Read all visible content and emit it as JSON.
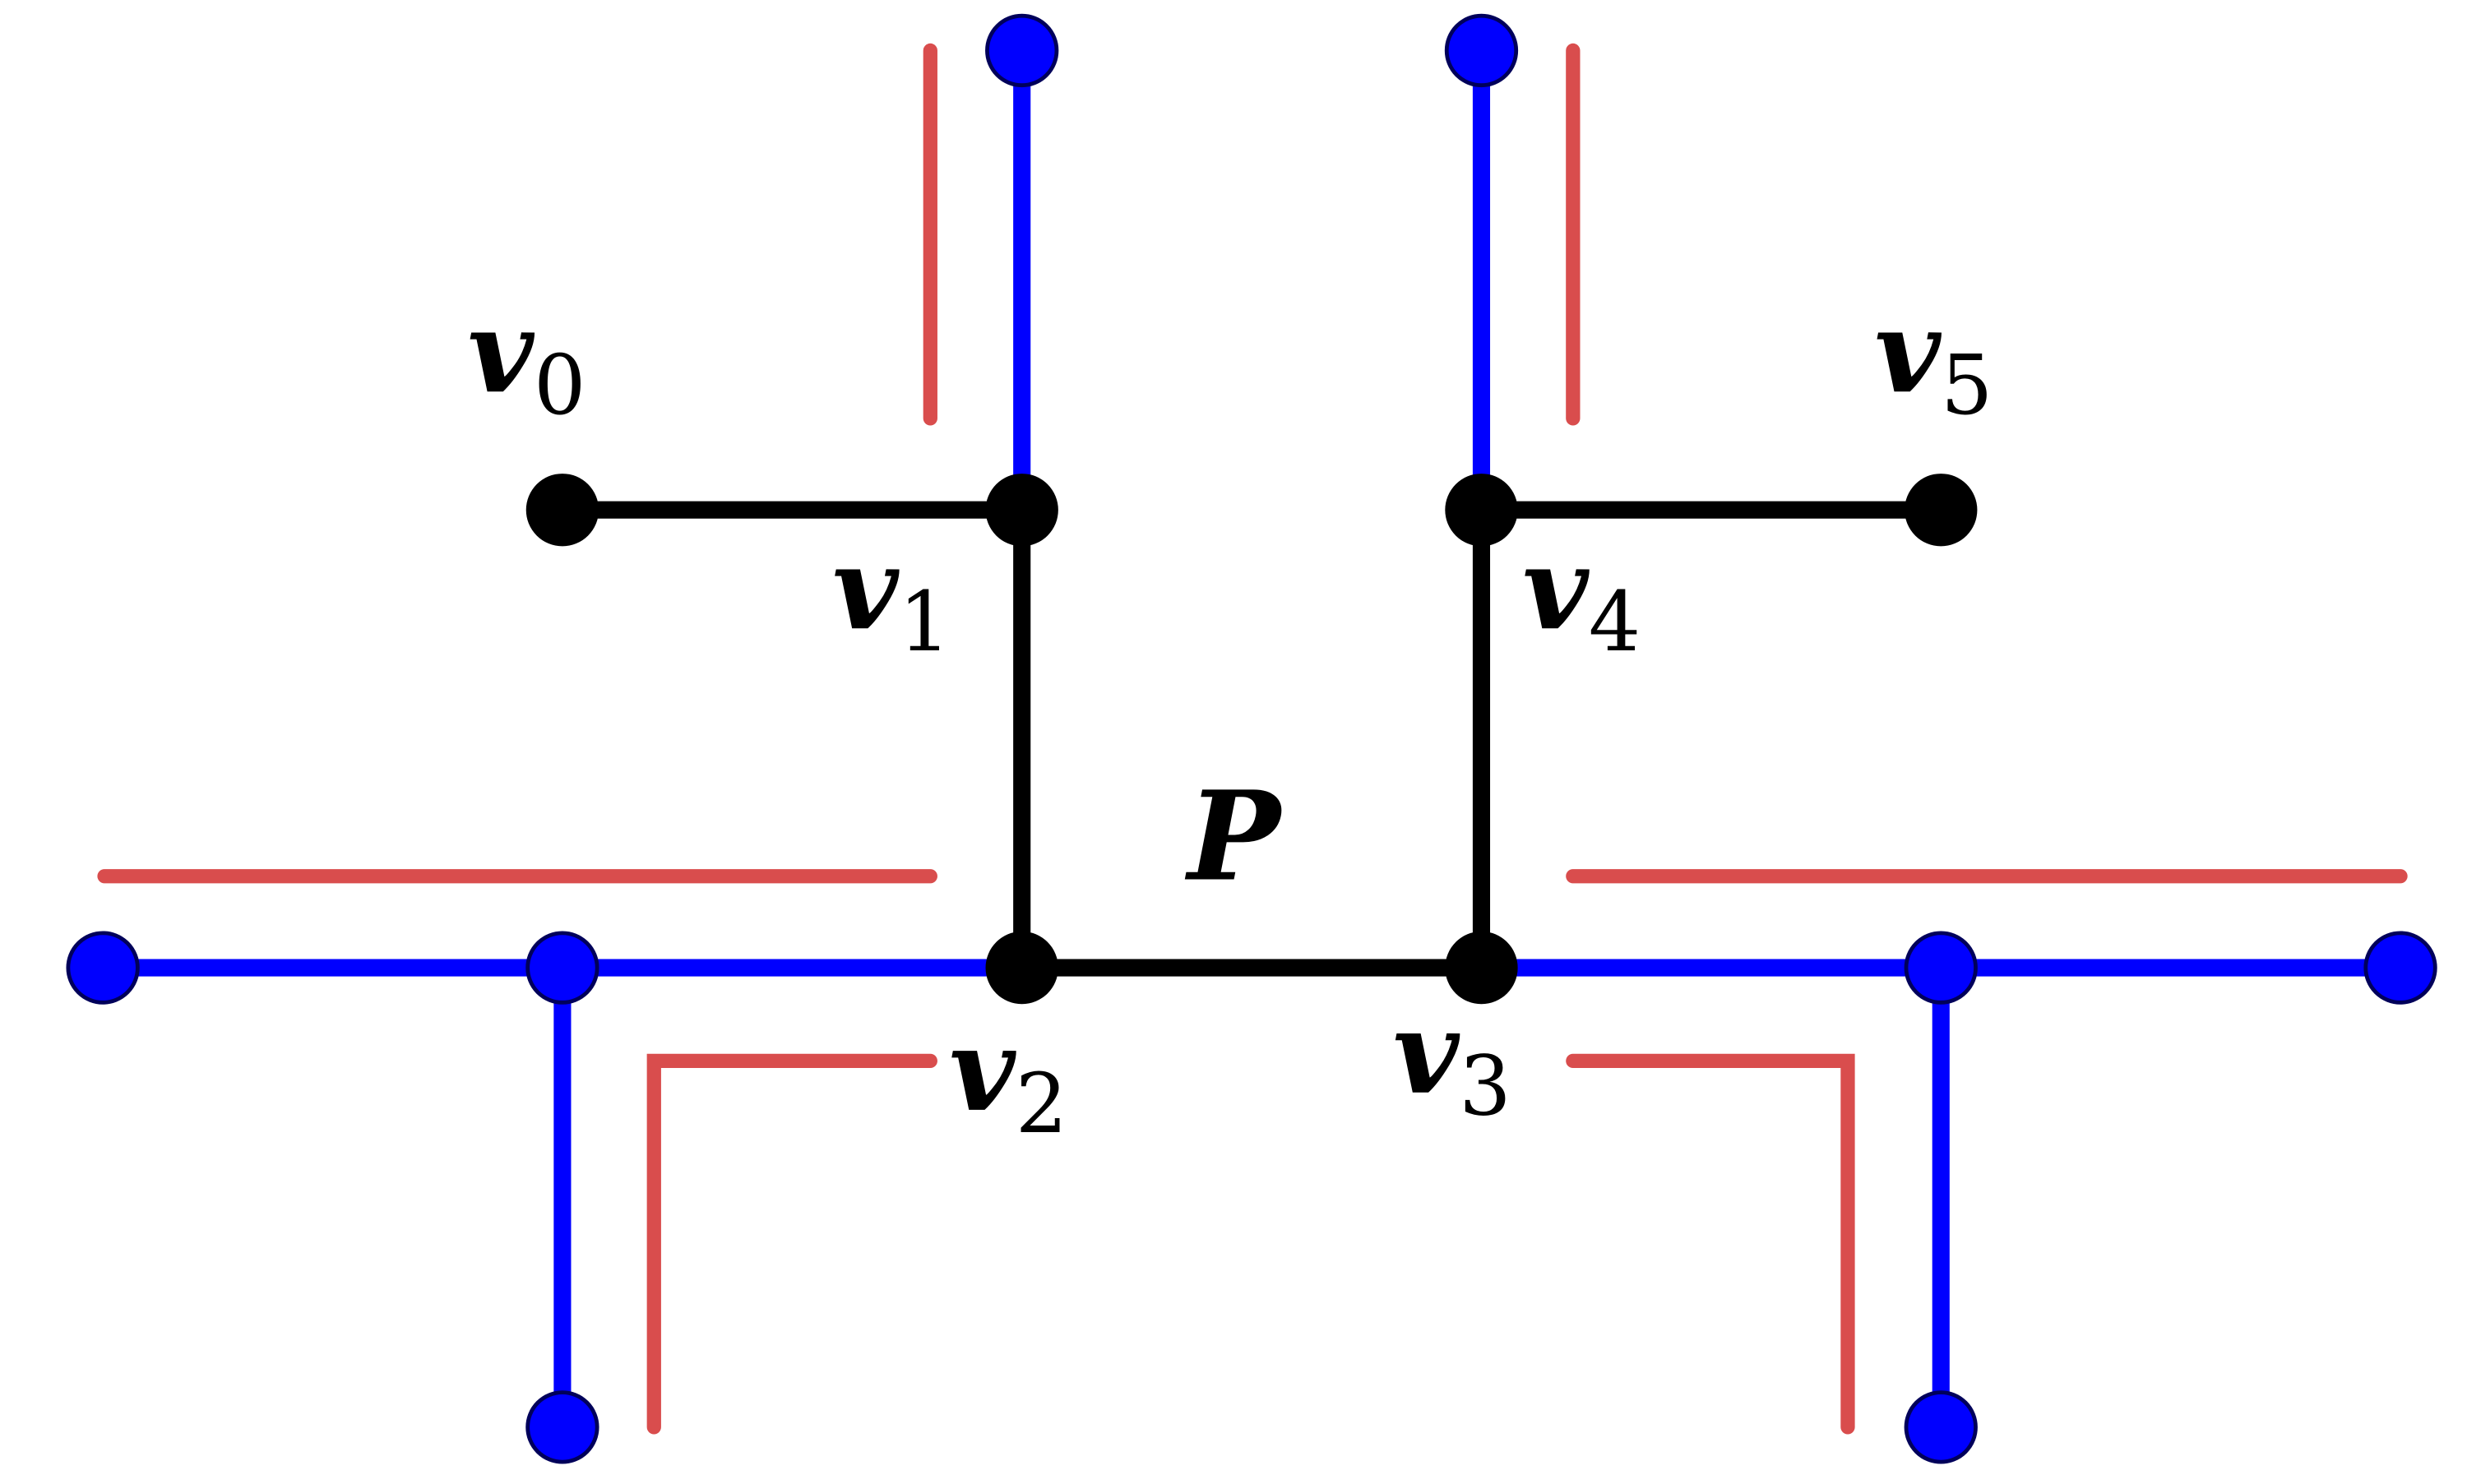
{
  "colors": {
    "path": "#000000",
    "tree": "#0000ff",
    "bracket": "#d94d4d",
    "tree_node_outline": "#00005a"
  },
  "labels": {
    "P": "P",
    "v0": {
      "base": "v",
      "sub": "0"
    },
    "v1": {
      "base": "v",
      "sub": "1"
    },
    "v2": {
      "base": "v",
      "sub": "2"
    },
    "v3": {
      "base": "v",
      "sub": "3"
    },
    "v4": {
      "base": "v",
      "sub": "4"
    },
    "v5": {
      "base": "v",
      "sub": "5"
    }
  }
}
